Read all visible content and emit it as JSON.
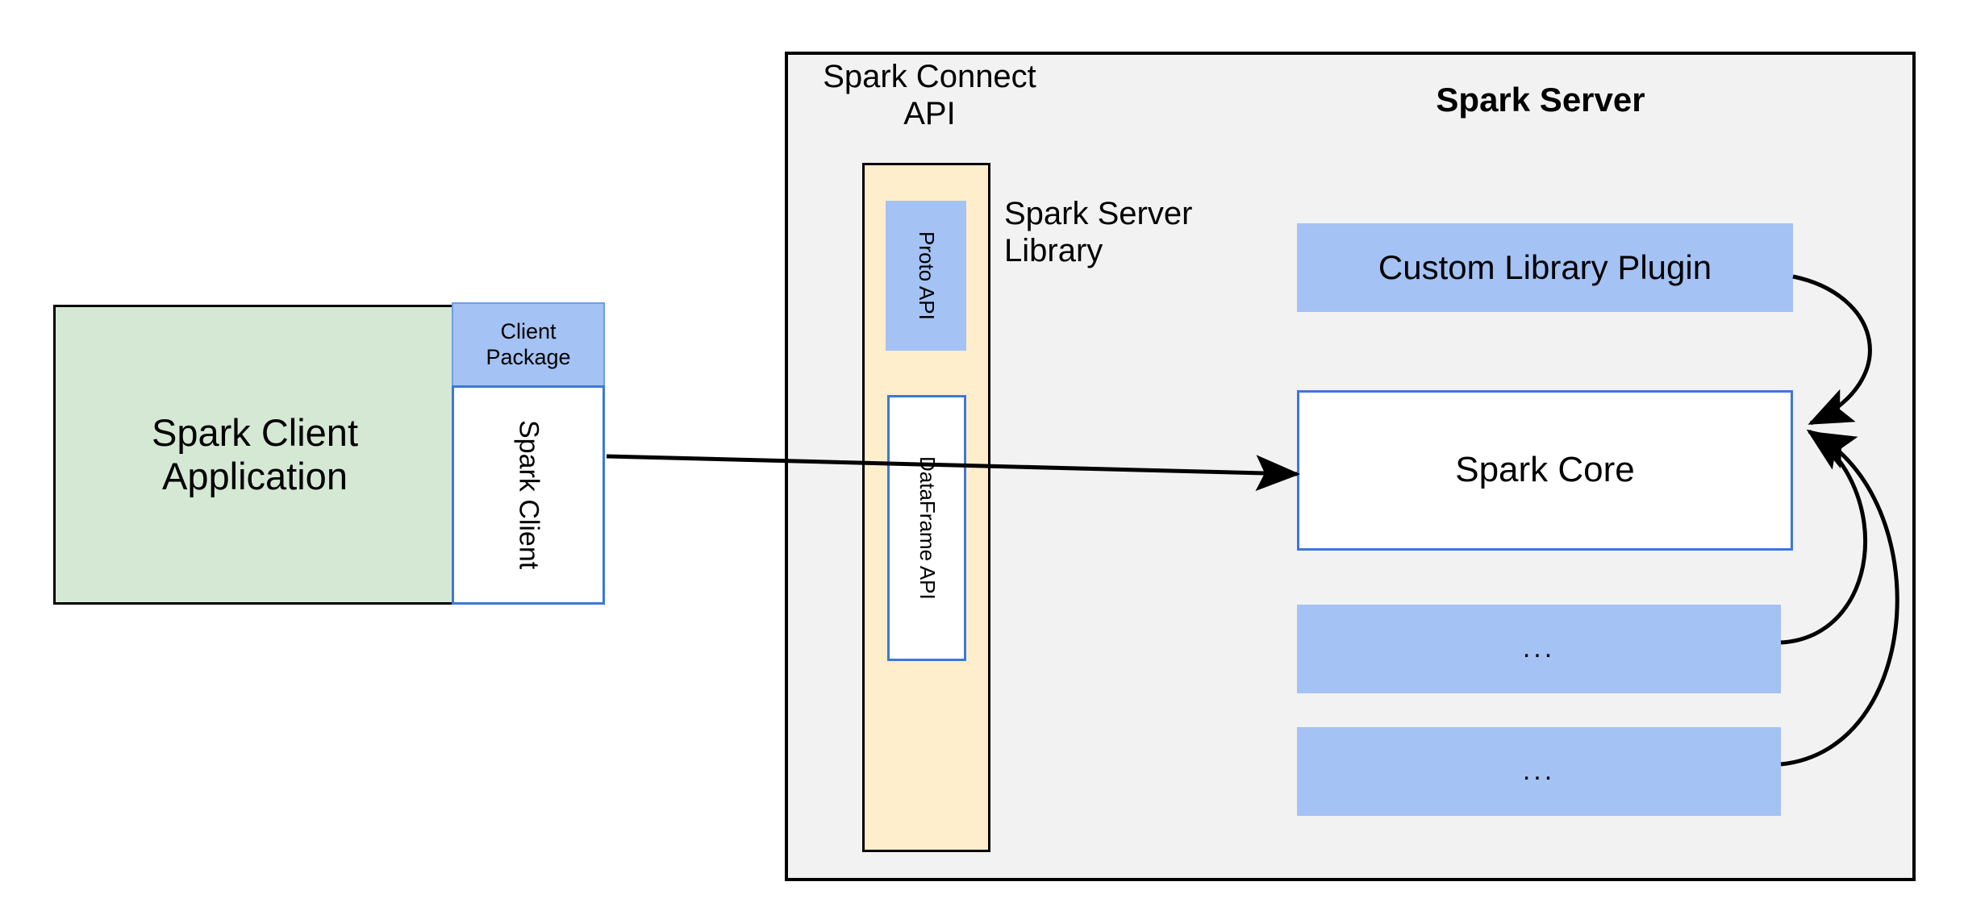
{
  "diagram": {
    "title": "Spark Connect architecture",
    "colors": {
      "client_app_fill": "#d5e8d4",
      "blue_fill": "#a4c2f4",
      "blue_stroke": "#3c78d8",
      "beige_fill": "#ffeecc",
      "panel_fill": "#f2f2f2",
      "stroke_black": "#000000"
    }
  },
  "client": {
    "application": {
      "label": "Spark Client\nApplication",
      "line1": "Spark Client",
      "line2": "Application"
    },
    "package": {
      "label": "Client\nPackage",
      "line1": "Client",
      "line2": "Package"
    },
    "spark_client": {
      "label": "Spark Client"
    }
  },
  "server": {
    "title": "Spark Server",
    "connect_api_label": "Spark Connect\nAPI",
    "connect_api_line1": "Spark Connect",
    "connect_api_line2": "API",
    "server_library_label": "Spark Server\nLibrary",
    "server_library_line1": "Spark Server",
    "server_library_line2": "Library",
    "connect_api_items": [
      {
        "label": "Proto API",
        "style": "blue-filled"
      },
      {
        "label": "DataFrame API",
        "style": "white-blue-border"
      }
    ],
    "components": [
      {
        "label": "Custom Library Plugin",
        "style": "blue-filled"
      },
      {
        "label": "Spark Core",
        "style": "white-blue-border"
      },
      {
        "label": "...",
        "style": "blue-filled"
      },
      {
        "label": "...",
        "style": "blue-filled"
      }
    ]
  },
  "edges": [
    {
      "name": "spark-client-to-spark-core",
      "from": "Spark Client",
      "to": "Spark Core",
      "kind": "straight-arrow"
    },
    {
      "name": "custom-library-plugin-to-spark-core",
      "from": "Custom Library Plugin",
      "to": "Spark Core",
      "kind": "curved-arrow"
    },
    {
      "name": "ellipsis-1-to-spark-core",
      "from": "...",
      "to": "Spark Core",
      "kind": "curved-arrow"
    },
    {
      "name": "ellipsis-2-to-spark-core",
      "from": "...",
      "to": "Spark Core",
      "kind": "curved-arrow"
    }
  ]
}
